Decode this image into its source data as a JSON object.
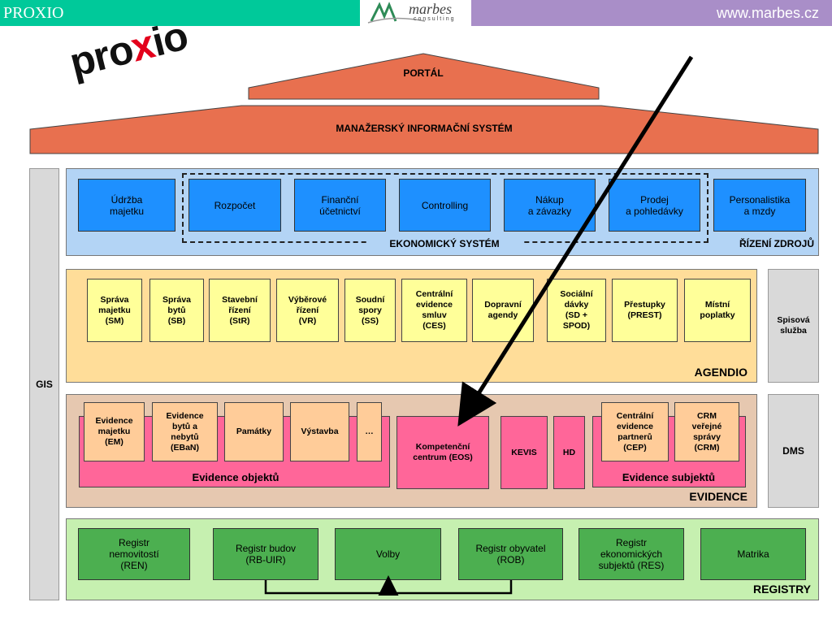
{
  "header": {
    "product": "PROXIO",
    "logo_word": "marbes",
    "logo_sub": "consulting",
    "url": "www.marbes.cz"
  },
  "brand": {
    "prefix": "pro",
    "x": "x",
    "suffix": "io"
  },
  "portal": "PORTÁL",
  "mis": "MANAŽERSKÝ INFORMAČNÍ SYSTÉM",
  "gis": "GIS",
  "rizeni": {
    "label": "ŘÍZENÍ ZDROJŮ",
    "ekonomicky": "EKONOMICKÝ SYSTÉM",
    "items": [
      "Údržba\nmajetku",
      "Rozpočet",
      "Finanční\núčetnictví",
      "Controlling",
      "Nákup\na závazky",
      "Prodej\na pohledávky",
      "Personalistika\na mzdy"
    ]
  },
  "agendio": {
    "label": "AGENDIO",
    "items": [
      "Správa\nmajetku\n(SM)",
      "Správa\nbytů\n(SB)",
      "Stavební\nřízení\n(StR)",
      "Výběrové\nřízení\n(VR)",
      "Soudní\nspory\n(SS)",
      "Centrální\nevidence\nsmluv\n(CES)",
      "Dopravní\nagendy",
      "Sociální\ndávky\n(SD +\nSPOD)",
      "Přestupky\n(PREST)",
      "Místní\npoplatky"
    ],
    "spisova": "Spisová\nslužba"
  },
  "evidence": {
    "label": "EVIDENCE",
    "objekty_label": "Evidence objektů",
    "objekty": [
      "Evidence\nmajetku\n(EM)",
      "Evidence\nbytů a\nnebytů\n(EBaN)",
      "Památky",
      "Výstavba",
      "…"
    ],
    "eos": "Kompetenční\ncentrum (EOS)",
    "kevis": "KEVIS",
    "hd": "HD",
    "subjekty_label": "Evidence subjektů",
    "subjekty": [
      "Centrální\nevidence\npartnerů\n(CEP)",
      "CRM\nveřejné\nsprávy\n(CRM)"
    ],
    "dms": "DMS"
  },
  "registry": {
    "label": "REGISTRY",
    "items": [
      "Registr\nnemovitostí\n(REN)",
      "Registr budov\n(RB-UIR)",
      "Volby",
      "Registr obyvatel\n(ROB)",
      "Registr\nekonomických\nsubjektů (RES)",
      "Matrika"
    ]
  },
  "colors": {
    "header_green": "#00c99a",
    "header_purple": "#a98ec8",
    "roof": "#e8704f",
    "blue_panel": "#b3d4f5",
    "blue_box": "#1e90ff",
    "agendio_panel": "#ffdd99",
    "evidence_panel": "#e6c8b0",
    "pink": "#ff6699",
    "registry_panel": "#c6f0b0",
    "green_box": "#4caf50"
  }
}
